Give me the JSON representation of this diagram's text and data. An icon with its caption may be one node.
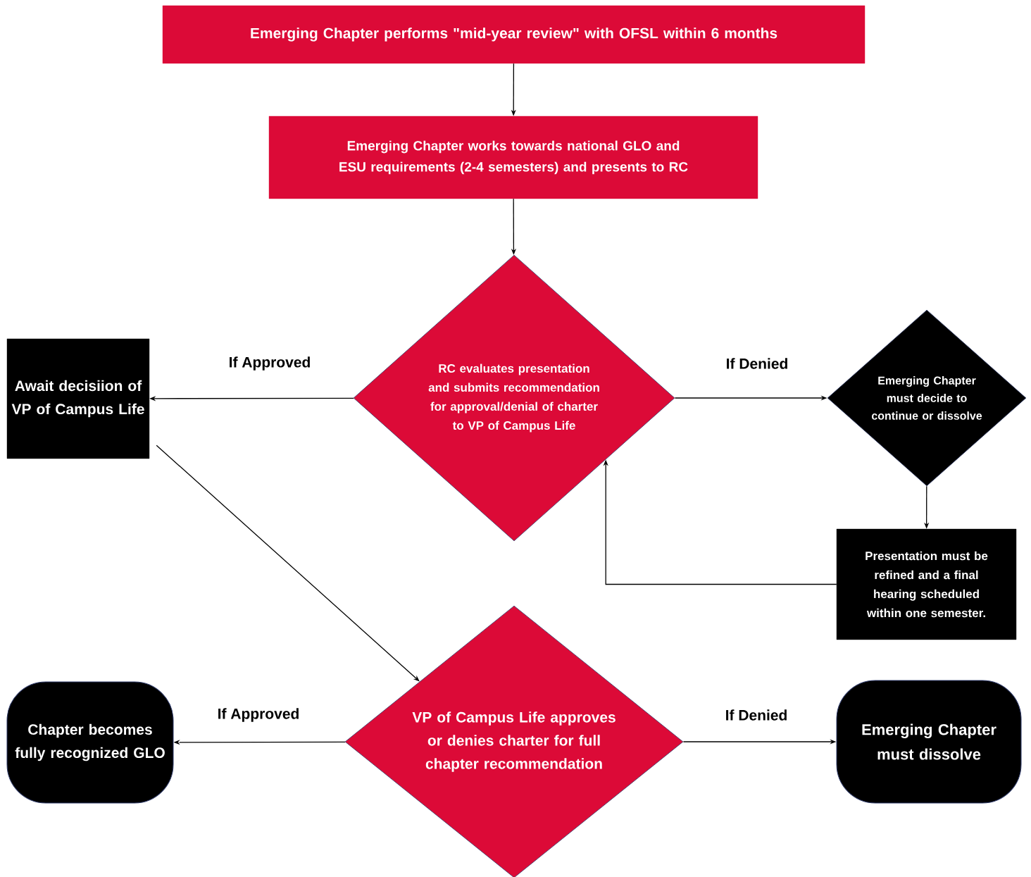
{
  "diagram": {
    "nodes": [
      {
        "text": [
          "Emerging Chapter performs \"mid-year review\" with OFSL within 6 months"
        ]
      },
      {
        "text": [
          "Emerging Chapter works towards national GLO and ESU requirements (2-4 semesters) and presents to RC"
        ]
      },
      {
        "text": [
          "RC evaluates presentation and submits recommendation for approval/denial of charter to VP of Campus Life"
        ]
      },
      {
        "text": [
          "Await decisiion of VP of Campus Life"
        ]
      },
      {
        "text": [
          "Emerging Chapter must decide to continue or dissolve"
        ]
      },
      {
        "text": [
          "Presentation must be refined and a final hearing scheduled within one semester."
        ]
      },
      {
        "text": [
          "VP of Campus Life approves or denies charter for full chapter recommendation"
        ]
      },
      {
        "text": [
          "Chapter becomes fully recognized GLO"
        ]
      },
      {
        "text": [
          "Emerging Chapter must dissolve"
        ]
      }
    ],
    "edges": [
      {
        "from": 0,
        "to": 1,
        "arrow": "to"
      },
      {
        "from": 1,
        "to": 2,
        "arrow": "to"
      },
      {
        "from": 2,
        "to": 3,
        "arrow": "to",
        "label": "If Approved"
      },
      {
        "from": 2,
        "to": 4,
        "arrow": "to",
        "label": "If Denied"
      },
      {
        "from": 4,
        "to": 5,
        "arrow": "to"
      },
      {
        "from": 5,
        "to": 2,
        "arrow": "to"
      },
      {
        "from": 3,
        "to": 6,
        "arrow": "to"
      },
      {
        "from": 6,
        "to": 7,
        "arrow": "to",
        "label": "If Approved"
      },
      {
        "from": 6,
        "to": 8,
        "arrow": "to",
        "label": "If Denied"
      }
    ]
  }
}
